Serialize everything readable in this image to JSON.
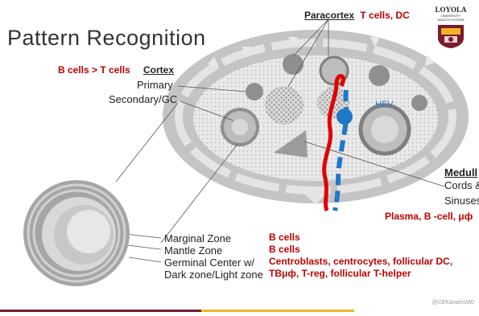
{
  "title": "Pattern Recognition",
  "paracortex": {
    "label": "Paracortex",
    "cells": "T cells, DC"
  },
  "cortex": {
    "ratio": "B cells > T cells",
    "label": "Cortex",
    "primary": "Primary",
    "secondary": "Secondary/GC"
  },
  "hev_label": "HEV",
  "medulla": {
    "label": "Medull",
    "cords": "Cords &",
    "sinuses": "Sinuses",
    "cells": "Plasma, B -cell, μф"
  },
  "zones": [
    {
      "name": "Marginal Zone",
      "cells": "B cells"
    },
    {
      "name": "Mantle Zone",
      "cells": "B cells"
    },
    {
      "name": "Germinal Center w/",
      "cells": "Centroblasts, centrocytes, follicular DC,"
    },
    {
      "name": "Dark zone/Light zone",
      "cells": "TBμф, T-reg, follicular T-helper"
    }
  ],
  "logo": {
    "line1": "LOYOLA",
    "line2": "UNIVERSITY",
    "line3": "HEALTH SYSTEM"
  },
  "credit": "@CEKanakisMD",
  "colors": {
    "red": "#c00000",
    "blue": "#1f78c8",
    "footer_maroon": "#7a1b2c",
    "footer_gold": "#f0b429",
    "node_gray": "#b5b5b5"
  }
}
